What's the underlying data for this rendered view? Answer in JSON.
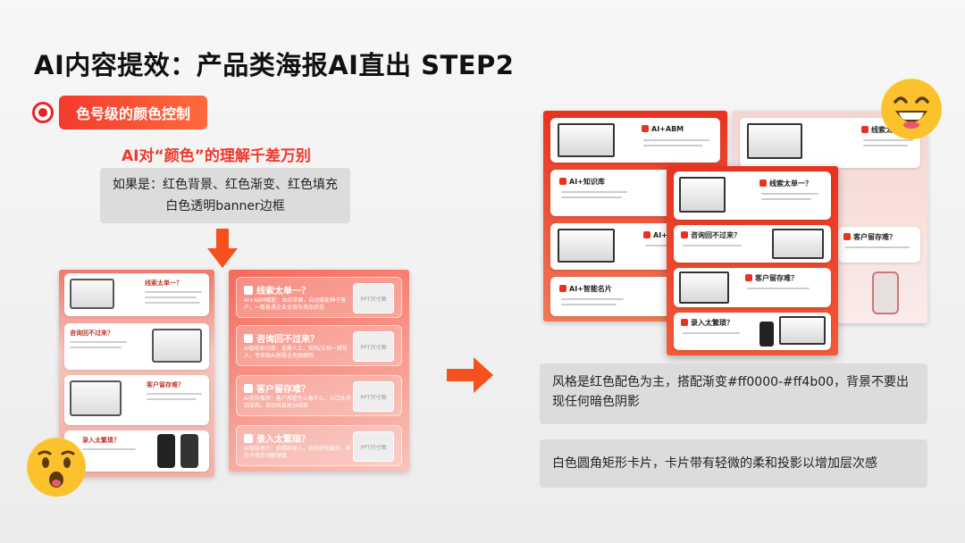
{
  "title": "AI内容提效：产品类海报AI直出 STEP2",
  "section": {
    "label": "色号级的颜色控制"
  },
  "left": {
    "subtitle": "AI对“颜色”的理解千差万别",
    "note_line1": "如果是：红色背景、红色渐变、红色填充",
    "note_line2": "白色透明banner边框"
  },
  "poster_a": {
    "cards": [
      {
        "title": "线索太单一？"
      },
      {
        "title": "咨询回不过来？"
      },
      {
        "title": "客户留存难？"
      },
      {
        "title": "录入太繁琐？"
      }
    ]
  },
  "poster_b": {
    "cards": [
      {
        "title": "线索太单一？",
        "body": "AI+ABM赋能：由点带面，自动赋能种子客户，一般着遇企业全级与竞品状态",
        "thumb": "PPT尺寸图"
      },
      {
        "title": "咨询回不过来？",
        "body": "AI智能知识库：无需人工，官网/文档一键导入，专家级AI客服全天候解回",
        "thumb": "PPT尺寸图"
      },
      {
        "title": "客户留存难？",
        "body": "AI资料推荐：客户想看什么推什么，从口头手到采购，自动培育高分线索",
        "thumb": "PPT尺寸图"
      },
      {
        "title": "录入太繁琐？",
        "body": "AI智能名片：拍照即录入，自动识别填充，再也不用手动敲键盘",
        "thumb": "PPT尺寸图"
      }
    ]
  },
  "poster_c": {
    "cards": [
      {
        "title": "AI+ABM"
      },
      {
        "title": "AI+知识库"
      },
      {
        "title": "AI+资料推荐"
      },
      {
        "title": "AI+智能名片"
      }
    ]
  },
  "poster_d": {
    "cards": [
      {
        "title": "线索太单一？"
      },
      {
        "title": "客户留存难？"
      }
    ]
  },
  "poster_e": {
    "cards": [
      {
        "title": "线索太单一？"
      },
      {
        "title": "咨询回不过来？"
      },
      {
        "title": "客户留存难？"
      },
      {
        "title": "录入太繁琐？"
      }
    ]
  },
  "right": {
    "note1": "风格是红色配色为主，搭配渐变#ff0000-#ff4b00，背景不要出现任何暗色阴影",
    "note2": "白色圆角矩形卡片，卡片带有轻微的柔和投影以增加层次感"
  },
  "colors": {
    "accent": "#e8222a",
    "gradient_start": "#ff0000",
    "gradient_end": "#ff4b00"
  },
  "icons": [
    "target-icon",
    "down-arrow-icon",
    "right-arrow-icon",
    "happy-emoji-icon",
    "shocked-emoji-icon"
  ]
}
